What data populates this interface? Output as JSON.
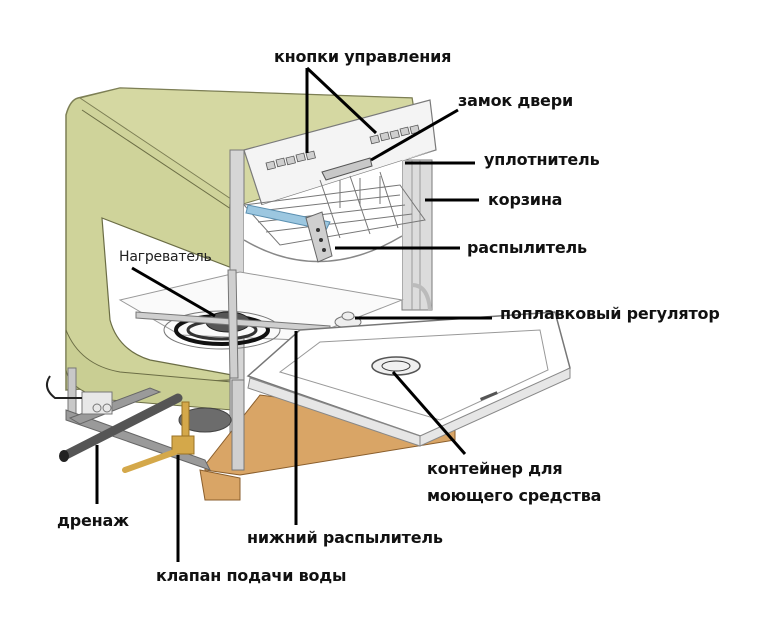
{
  "title": "Устройство посудомоечной машины",
  "colors": {
    "body": "#cfd39a",
    "body_shadow": "#b9bd83",
    "interior": "#ffffff",
    "metal": "#d8d8d8",
    "metal_edge": "#8a8a8a",
    "basket_blue": "#9cc7e0",
    "plinth": "#d9a566",
    "brass": "#d4a84a",
    "pipe": "#555555",
    "leader": "#000000"
  },
  "labels": {
    "control_buttons": "кнопки управления",
    "door_lock": "замок двери",
    "seal": "уплотнитель",
    "basket": "корзина",
    "sprayer": "распылитель",
    "heater": "Нагреватель",
    "float_regulator": "поплавковый регулятор",
    "detergent_container_line1": "контейнер для",
    "detergent_container_line2": "моющего средства",
    "drain": "дренаж",
    "lower_sprayer": "нижний распылитель",
    "water_valve": "клапан подачи воды"
  }
}
